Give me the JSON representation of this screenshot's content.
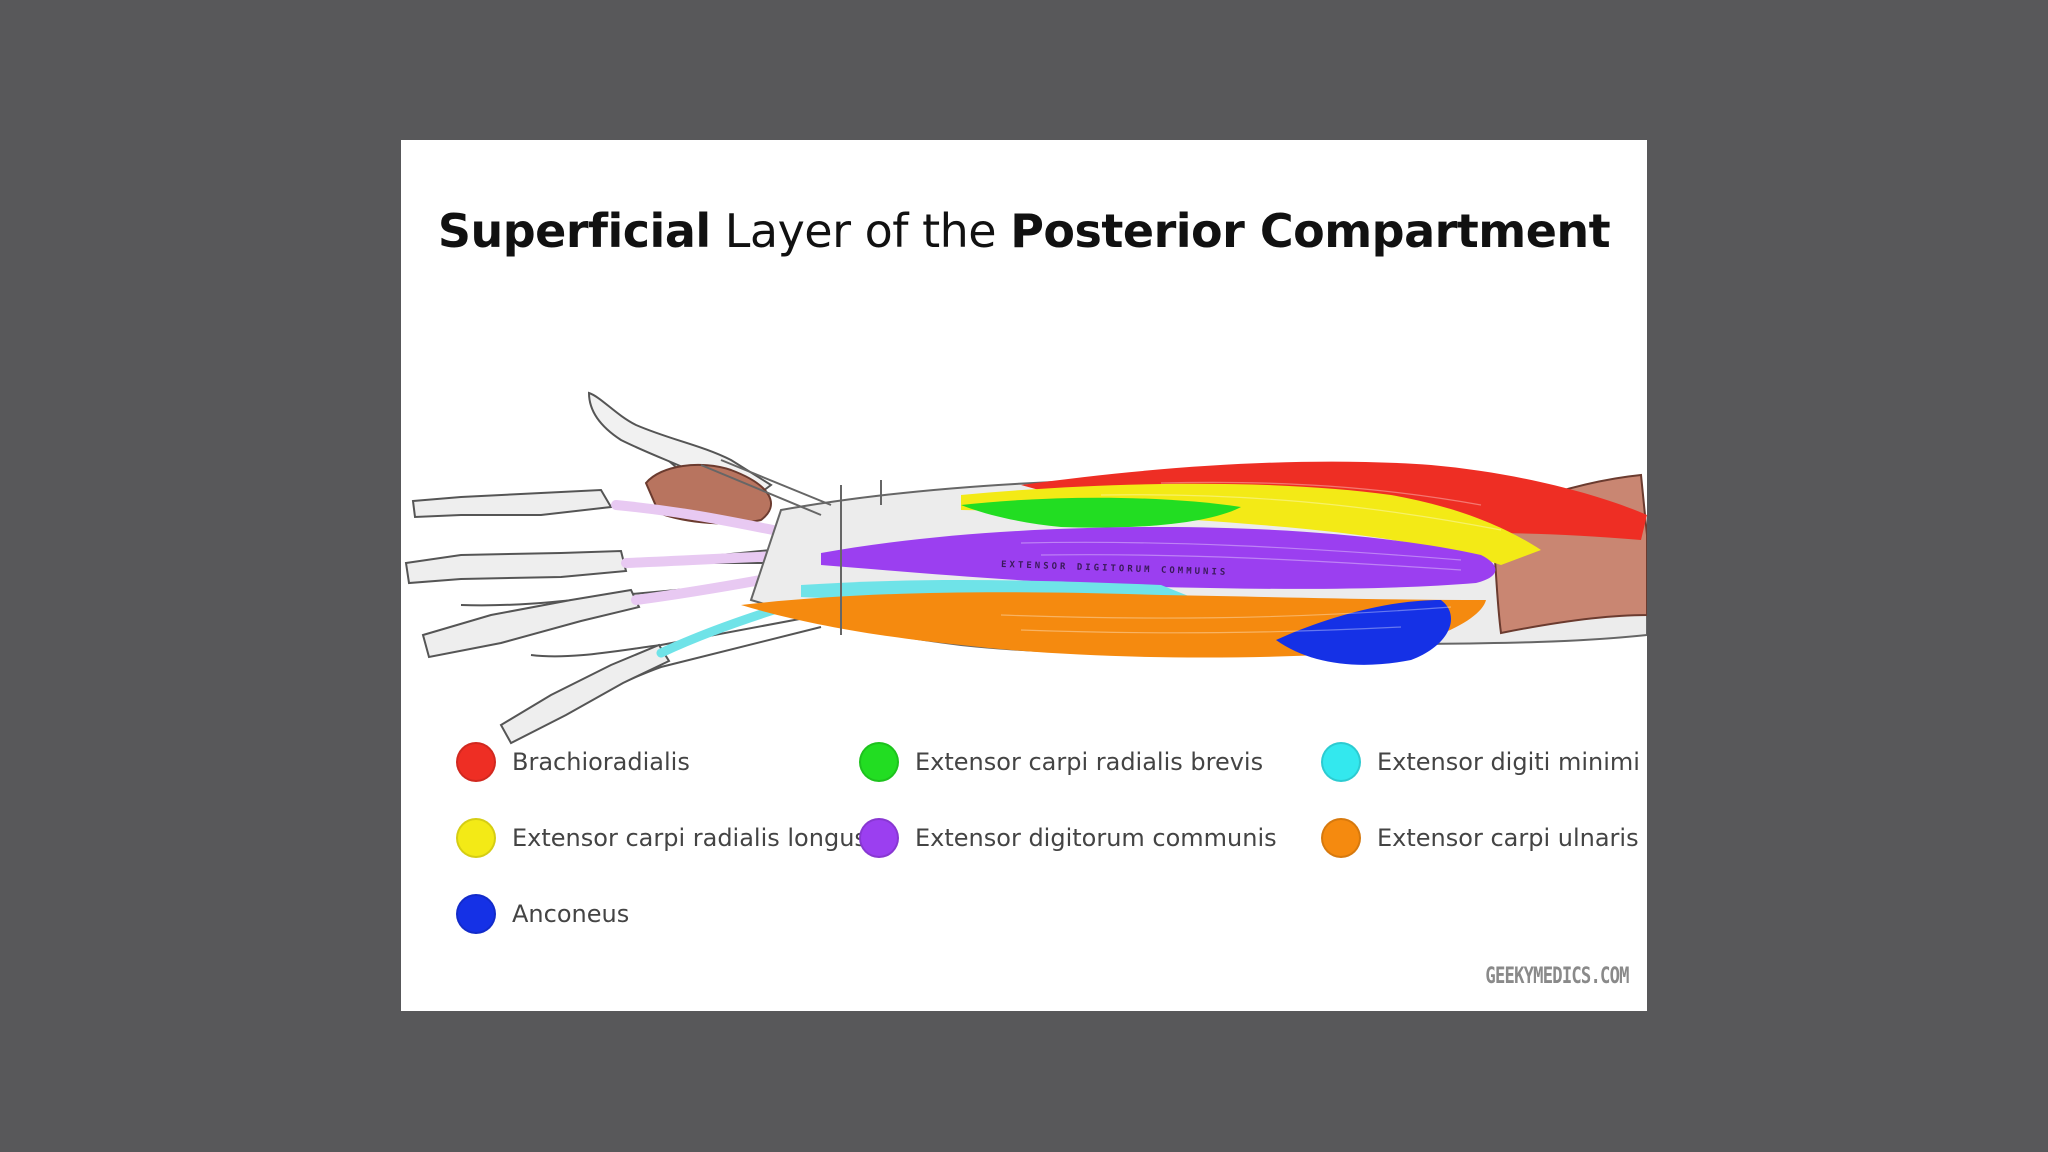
{
  "title": {
    "part1": "Superficial",
    "part2": " Layer of the ",
    "part3": "Posterior Compartment"
  },
  "legend": [
    {
      "label": "Brachioradialis",
      "color": "#ee2e24"
    },
    {
      "label": "Extensor carpi radialis brevis",
      "color": "#22dd22"
    },
    {
      "label": "Extensor digiti minimi",
      "color": "#33e8ee"
    },
    {
      "label": "Extensor carpi radialis longus",
      "color": "#f3ea16"
    },
    {
      "label": "Extensor digitorum communis",
      "color": "#9b3ff0"
    },
    {
      "label": "Extensor carpi ulnaris",
      "color": "#f58a0f"
    },
    {
      "label": "Anconeus",
      "color": "#1531e6"
    }
  ],
  "figure": {
    "muscle_label": "EXTENSOR DIGITORUM COMMUNIS"
  },
  "watermark": "GEEKYMEDICS.COM"
}
